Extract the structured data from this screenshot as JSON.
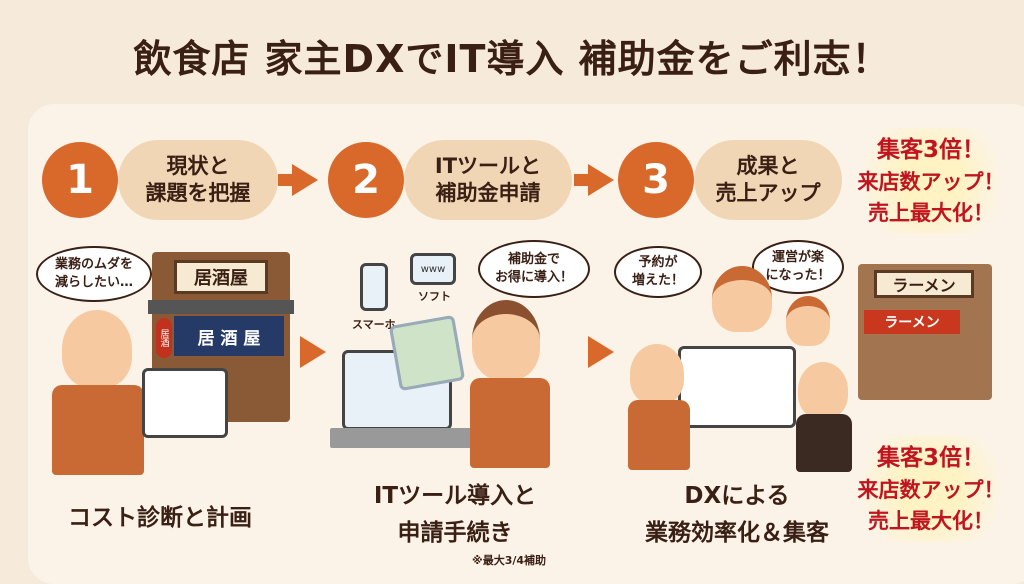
{
  "title": "飲食店 家主DXでIT導入 補助金をご利志！",
  "steps": [
    {
      "number": "1",
      "lines": [
        "現状と",
        "課題を把握"
      ]
    },
    {
      "number": "2",
      "lines": [
        "ITツールと",
        "補助金申請"
      ]
    },
    {
      "number": "3",
      "lines": [
        "成果と",
        "売上アップ"
      ]
    }
  ],
  "bubbles": {
    "owner": [
      "業務のムダを",
      "減らしたい…"
    ],
    "staff": [
      "補助金で",
      "お得に導入！"
    ],
    "reserve": [
      "予約が",
      "増えた！"
    ],
    "ops": [
      "運営が楽",
      "になった！"
    ]
  },
  "signs": {
    "izakaya": "居酒屋",
    "izakaya_noren": "居 酒 屋",
    "lantern": "居酒",
    "ramen": "ラーメン",
    "ramen_noren": "ラーメン"
  },
  "devices": {
    "phone_label": "スマーホ",
    "web_label": "ソフト",
    "web_text": "www"
  },
  "promo": [
    "集客3倍！",
    "来店数アップ！",
    "売上最大化！"
  ],
  "captions": {
    "step1": "コスト診断と計画",
    "step2": [
      "ITツール導入と",
      "申請手続き"
    ],
    "step2_note": "※最大3/4補助",
    "step3": [
      "DXによる",
      "業務効率化＆集客"
    ]
  },
  "colors": {
    "accent": "#d9692b",
    "promo": "#c0141e",
    "text": "#3a1f14"
  }
}
